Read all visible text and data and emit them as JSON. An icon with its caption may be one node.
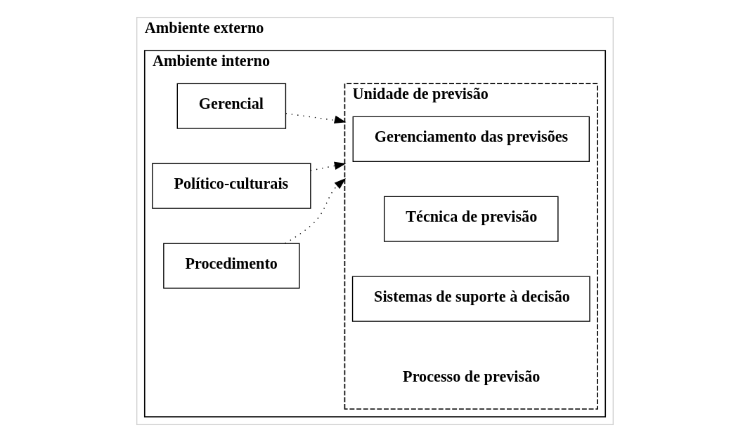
{
  "diagram": {
    "nodes": [
      {
        "text": [
          "Ambiente externo"
        ]
      },
      {
        "text": [
          "Ambiente interno"
        ],
        "in": 0
      },
      {
        "text": [
          "Gerencial"
        ],
        "in": 1
      },
      {
        "text": [
          "Político-culturais"
        ],
        "in": 1
      },
      {
        "text": [
          "Procedimento"
        ],
        "in": 1
      },
      {
        "text": [
          "Unidade de previsão"
        ],
        "in": 1
      },
      {
        "text": [
          "Gerenciamento das previsões"
        ],
        "in": 5
      },
      {
        "text": [
          "Técnica de previsão"
        ],
        "in": 5
      },
      {
        "text": [
          "Sistemas de suporte à decisão"
        ],
        "in": 5
      },
      {
        "text": [
          "Processo de previsão"
        ],
        "in": 5
      }
    ],
    "edges": [
      {
        "from": 2,
        "to": 5,
        "arrow": "to",
        "style": "dashed"
      },
      {
        "from": 3,
        "to": 5,
        "arrow": "to",
        "style": "dashed"
      },
      {
        "from": 4,
        "to": 5,
        "arrow": "to",
        "style": "dashed"
      }
    ]
  }
}
